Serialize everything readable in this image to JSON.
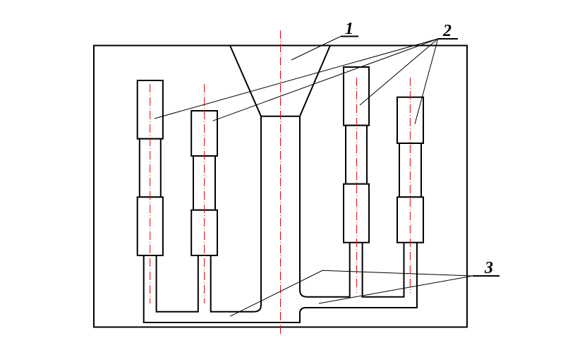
{
  "labels": {
    "callout_1": "1",
    "callout_2": "2",
    "callout_3": "3"
  },
  "colors": {
    "lines": "#000000",
    "centerlines": "#e00000",
    "background": "#ffffff"
  }
}
